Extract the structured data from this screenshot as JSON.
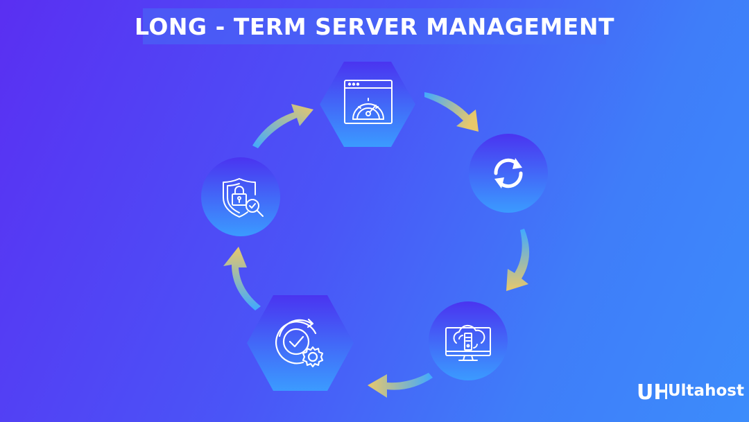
{
  "title": "LONG - TERM SERVER MANAGEMENT",
  "brand": {
    "name": "Ultahost",
    "mark": "UH"
  },
  "colors": {
    "background_start": "#5a2ff2",
    "background_end": "#3c8cfb",
    "node_fill_top": "#4a34f0",
    "node_fill_bottom": "#3b9bff",
    "arrow_start": "#3fa9ff",
    "arrow_end": "#e9c86a",
    "icon_stroke": "#ffffff"
  },
  "cycle": {
    "direction": "clockwise",
    "steps": [
      {
        "id": "performance-monitoring",
        "icon": "speedometer-dashboard-icon",
        "shape": "hexagon"
      },
      {
        "id": "updates",
        "icon": "refresh-arrows-icon",
        "shape": "circle"
      },
      {
        "id": "cloud-server",
        "icon": "cloud-server-monitor-icon",
        "shape": "circle"
      },
      {
        "id": "maintenance",
        "icon": "check-gear-icon",
        "shape": "hexagon"
      },
      {
        "id": "security",
        "icon": "shield-lock-icon",
        "shape": "circle"
      }
    ]
  }
}
